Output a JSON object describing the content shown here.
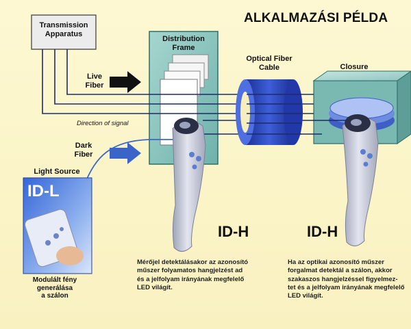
{
  "title": "ALKALMAZÁSI PÉLDA",
  "labels": {
    "transmission_line1": "Transmission",
    "transmission_line2": "Apparatus",
    "distribution_line1": "Distribution",
    "distribution_line2": "Frame",
    "fiber_line1": "Optical Fiber",
    "fiber_line2": "Cable",
    "closure": "Closure",
    "live_line1": "Live",
    "live_line2": "Fiber",
    "dark_line1": "Dark",
    "dark_line2": "Fiber",
    "direction": "Direction of signal",
    "light_source": "Light Source",
    "idl": "ID-L",
    "idh_left": "ID-H",
    "idh_right": "ID-H",
    "caption_line1": "Modulált fény",
    "caption_line2": "generálása",
    "caption_line3": "a szálon"
  },
  "descriptions": {
    "left": [
      "Mérőjel detektálásakor az azonosító",
      "műszer folyamatos hangjelzést ad",
      "és a jelfolyam irányának megfelelő",
      "LED világít."
    ],
    "right": [
      "Ha az optikai azonosító műszer",
      "forgalmat detektál a szálon, akkor",
      "szakaszos hangjelzéssel figyelmez-",
      "tet és a jelfolyam irányának megfelelő",
      "LED világít."
    ]
  },
  "colors": {
    "background": "#fbf5c6",
    "frame_teal": "#8cc5bf",
    "cable_blue": "#2a44b8",
    "fiber_line": "#1c2a6a",
    "arrow_black": "#111111",
    "arrow_blue": "#3b64c8",
    "device_grey": "#c9ccd9",
    "light_source_blue": "#2f5bd0"
  }
}
